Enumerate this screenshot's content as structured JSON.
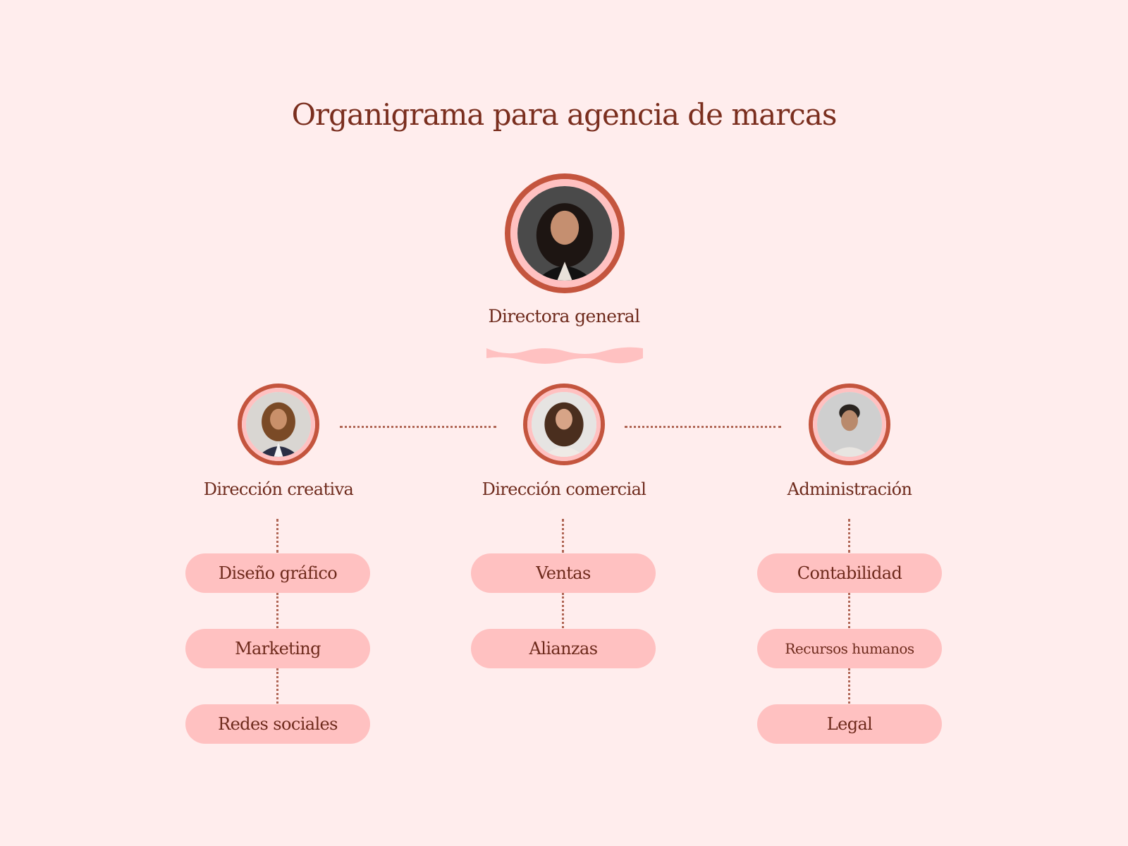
{
  "title": "Organigrama para agencia de marcas",
  "colors": {
    "background": "#FFEDED",
    "accent": "#C4553E",
    "pill": "#FFC1C1",
    "text": "#6E2A1C"
  },
  "head": {
    "label": "Directora general",
    "photo": "portrait-photo"
  },
  "departments": [
    {
      "label": "Dirección creativa",
      "photo": "portrait-photo",
      "teams": [
        "Diseño gráfico",
        "Marketing",
        "Redes sociales"
      ]
    },
    {
      "label": "Dirección comercial",
      "photo": "portrait-photo",
      "teams": [
        "Ventas",
        "Alianzas"
      ]
    },
    {
      "label": "Administración",
      "photo": "portrait-photo",
      "teams": [
        "Contabilidad",
        "Recursos humanos",
        "Legal"
      ]
    }
  ]
}
